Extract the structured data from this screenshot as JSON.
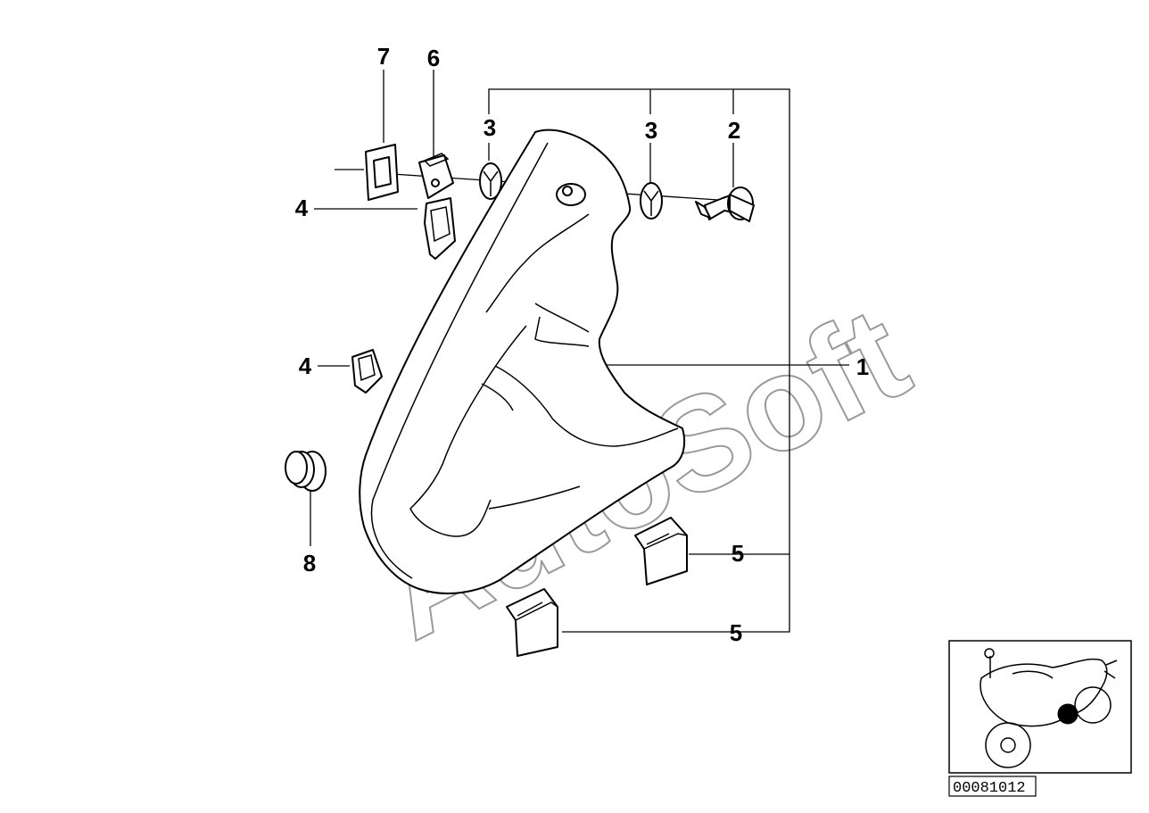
{
  "callouts": [
    {
      "id": "c7",
      "label": "7"
    },
    {
      "id": "c6",
      "label": "6"
    },
    {
      "id": "c3a",
      "label": "3"
    },
    {
      "id": "c3b",
      "label": "3"
    },
    {
      "id": "c2",
      "label": "2"
    },
    {
      "id": "c4a",
      "label": "4"
    },
    {
      "id": "c4b",
      "label": "4"
    },
    {
      "id": "c1",
      "label": "1"
    },
    {
      "id": "c8",
      "label": "8"
    },
    {
      "id": "c5a",
      "label": "5"
    },
    {
      "id": "c5b",
      "label": "5"
    }
  ],
  "watermark": "AutoSoft",
  "reference_number": "00081012"
}
